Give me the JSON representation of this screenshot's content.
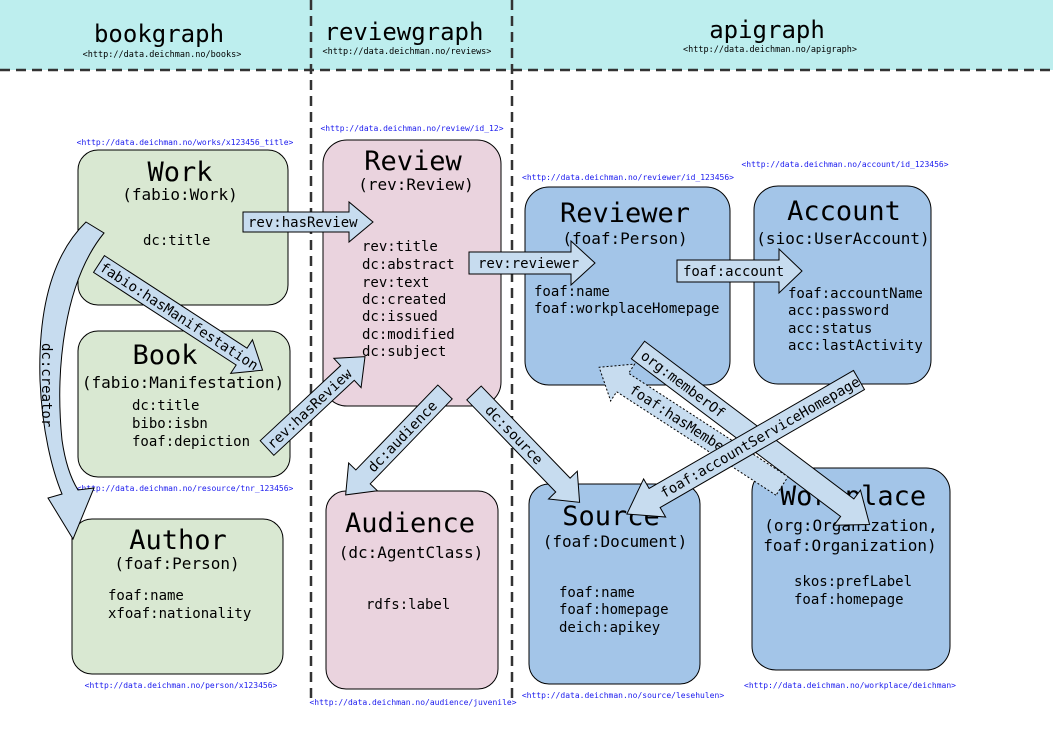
{
  "graphs": {
    "bookgraph": {
      "title": "bookgraph",
      "uri": "<http://data.deichman.no/books>"
    },
    "reviewgraph": {
      "title": "reviewgraph",
      "uri": "<http://data.deichman.no/reviews>"
    },
    "apigraph": {
      "title": "apigraph",
      "uri": "<http://data.deichman.no/apigraph>"
    }
  },
  "colors": {
    "header_band": "#bdeeee",
    "book_box": "#d9e8d2",
    "review_box": "#ead3de",
    "api_box": "#a3c5e8",
    "arrow_fill": "#c7dcef"
  },
  "boxes": {
    "work": {
      "title": "Work",
      "type": "(fabio:Work)",
      "props": [
        "dc:title"
      ],
      "uri": "<http://data.deichman.no/works/x123456_title>"
    },
    "book": {
      "title": "Book",
      "type": "(fabio:Manifestation)",
      "props": [
        "dc:title",
        "bibo:isbn",
        "foaf:depiction"
      ],
      "uri": "<http://data.deichman.no/resource/tnr_123456>"
    },
    "author": {
      "title": "Author",
      "type": "(foaf:Person)",
      "props": [
        "foaf:name",
        "xfoaf:nationality"
      ],
      "uri": "<http://data.deichman.no/person/x123456>"
    },
    "review": {
      "title": "Review",
      "type": "(rev:Review)",
      "props": [
        "rev:title",
        "dc:abstract",
        "rev:text",
        "dc:created",
        "dc:issued",
        "dc:modified",
        "dc:subject"
      ],
      "uri": "<http://data.deichman.no/review/id_12>"
    },
    "audience": {
      "title": "Audience",
      "type": "(dc:AgentClass)",
      "props": [
        "rdfs:label"
      ],
      "uri": "<http://data.deichman.no/audience/juvenile>"
    },
    "reviewer": {
      "title": "Reviewer",
      "type": "(foaf:Person)",
      "props": [
        "foaf:name",
        "foaf:workplaceHomepage"
      ],
      "uri": "<http://data.deichman.no/reviewer/id_123456>"
    },
    "account": {
      "title": "Account",
      "type": "(sioc:UserAccount)",
      "props": [
        "foaf:accountName",
        "acc:password",
        "acc:status",
        "acc:lastActivity"
      ],
      "uri": "<http://data.deichman.no/account/id_123456>"
    },
    "source": {
      "title": "Source",
      "type": "(foaf:Document)",
      "props": [
        "foaf:name",
        "foaf:homepage",
        "deich:apikey"
      ],
      "uri": "<http://data.deichman.no/source/lesehulen>"
    },
    "workplace": {
      "title": "Workplace",
      "type": "(org:Organization,",
      "type2": "foaf:Organization)",
      "props": [
        "skos:prefLabel",
        "foaf:homepage"
      ],
      "uri": "<http://data.deichman.no/workplace/deichman>"
    }
  },
  "arrows": {
    "work_has_review": "rev:hasReview",
    "book_has_review": "rev:hasReview",
    "has_manifestation": "fabio:hasManifestation",
    "creator": "dc:creator",
    "reviewer": "rev:reviewer",
    "account": "foaf:account",
    "audience": "dc:audience",
    "source": "dc:source",
    "member_of": "org:memberOf",
    "has_member": "foaf:hasMember",
    "account_service_homepage": "foaf:accountServiceHomepage"
  }
}
